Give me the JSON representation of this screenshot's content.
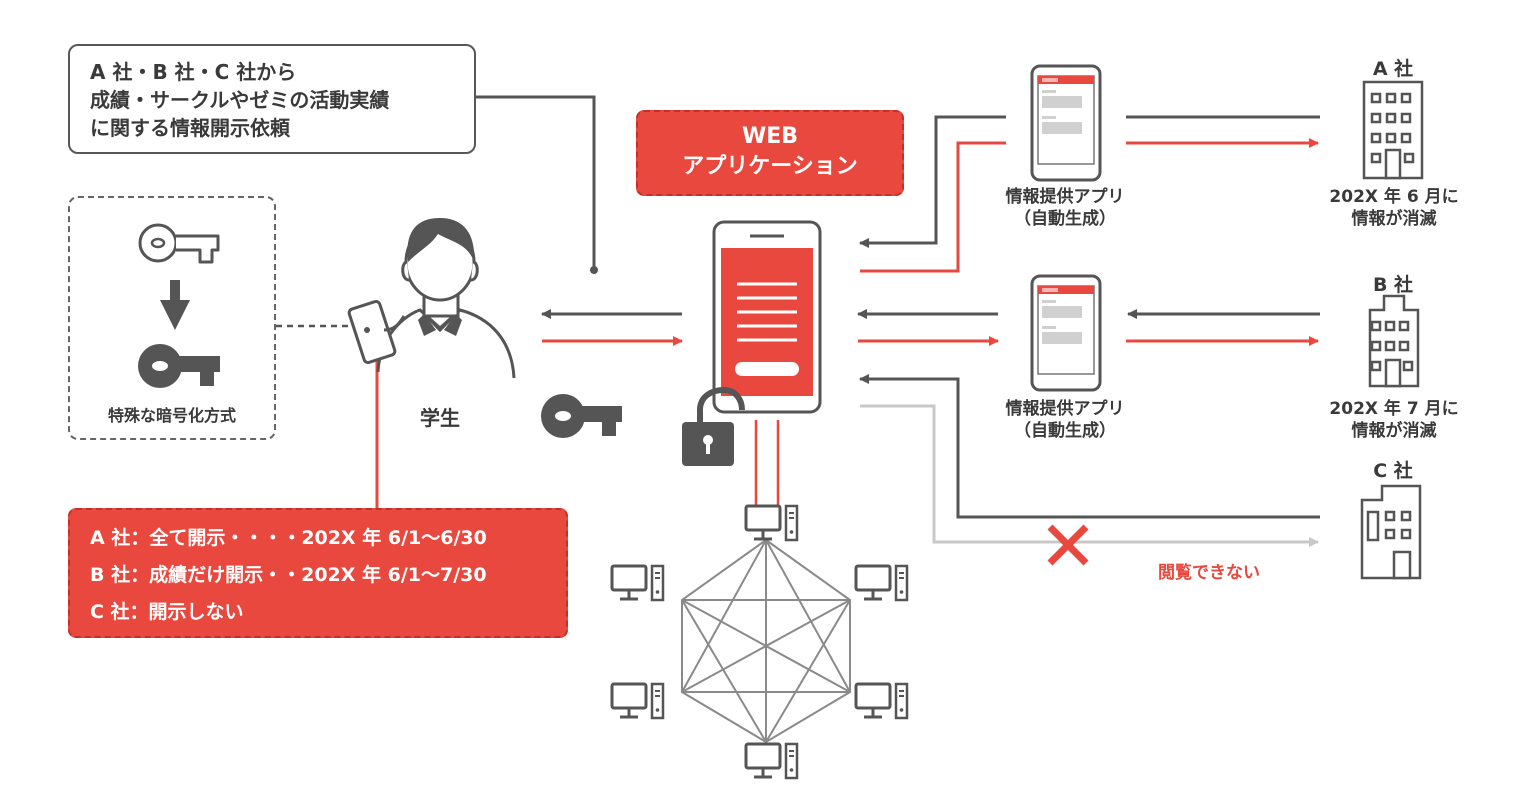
{
  "request_box": {
    "lines": [
      "A 社・B 社・C 社から",
      "成績・サークルやゼミの活動実績",
      "に関する情報開示依頼"
    ]
  },
  "encryption": {
    "label": "特殊な暗号化方式"
  },
  "student": {
    "label": "学生"
  },
  "web_app": {
    "lines": [
      "WEB",
      "アプリケーション"
    ]
  },
  "permissions": {
    "rows": [
      "A 社：全て開示・・・・202X 年 6/1〜6/30",
      "B 社：成績だけ開示・・202X 年 6/1〜7/30",
      "C 社：開示しない"
    ]
  },
  "info_apps": [
    {
      "line1": "情報提供アプリ",
      "line2": "（自動生成）"
    },
    {
      "line1": "情報提供アプリ",
      "line2": "（自動生成）"
    }
  ],
  "companies": [
    {
      "name": "A 社",
      "note1": "202X 年 6 月に",
      "note2": "情報が消滅"
    },
    {
      "name": "B 社",
      "note1": "202X 年 7 月に",
      "note2": "情報が消滅"
    },
    {
      "name": "C 社"
    }
  ],
  "cannot_view": "閲覧できない",
  "colors": {
    "accent": "#e9483f",
    "dark": "#555555",
    "gray": "#c8c8c8"
  },
  "icons": [
    "key-outline-icon",
    "arrow-down-icon",
    "key-solid-icon",
    "person-icon",
    "smartphone-icon",
    "unlocked-padlock-icon",
    "building-icon",
    "computer-icon",
    "cross-icon"
  ]
}
